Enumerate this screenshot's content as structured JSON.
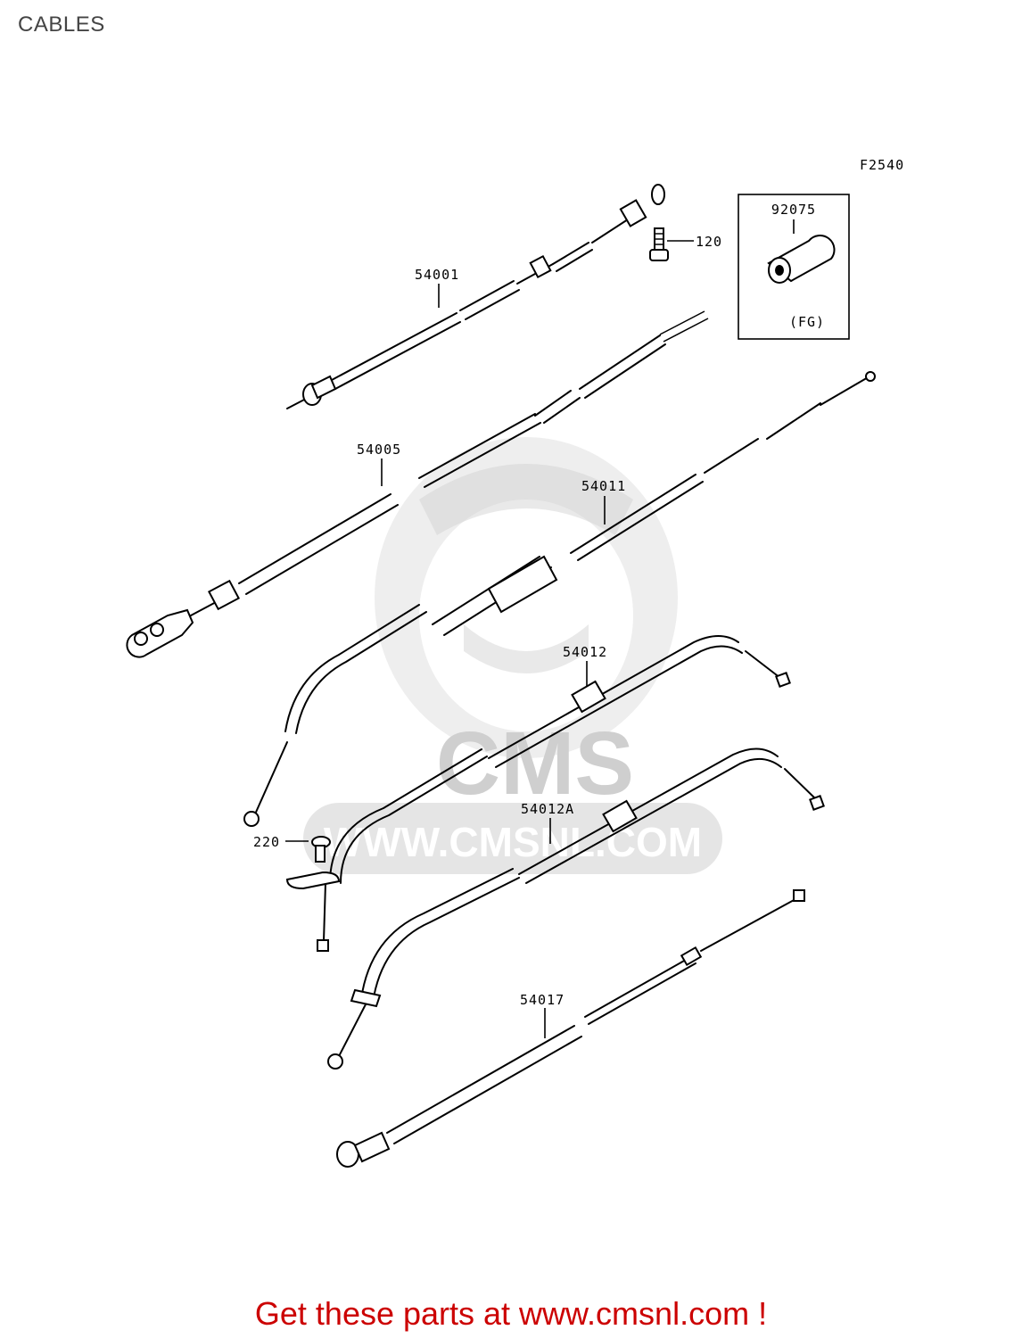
{
  "title": "CABLES",
  "figure_code": "F2540",
  "inset": {
    "part": "92075",
    "note": "(FG)"
  },
  "parts": [
    {
      "id": "54001"
    },
    {
      "id": "120"
    },
    {
      "id": "54005"
    },
    {
      "id": "54011"
    },
    {
      "id": "54012"
    },
    {
      "id": "220"
    },
    {
      "id": "54012A"
    },
    {
      "id": "54017"
    }
  ],
  "watermark": {
    "brand": "CMS",
    "site": "WWW.CMSNL.COM"
  },
  "footer": "Get these parts at www.cmsnl.com !",
  "colors": {
    "footer": "#cc0000",
    "watermark": "#cfcfcf",
    "title": "#444444"
  }
}
